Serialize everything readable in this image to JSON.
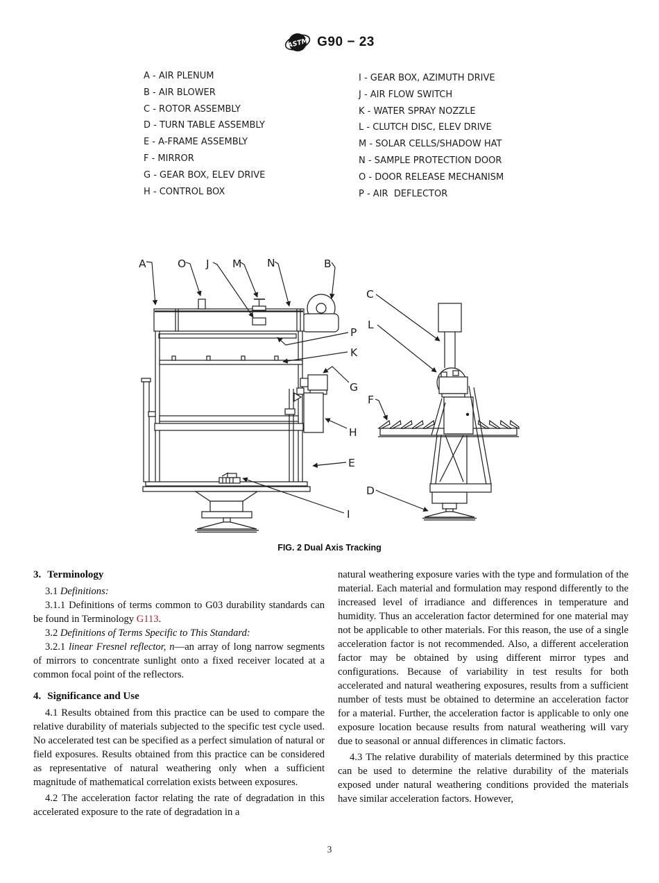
{
  "colors": {
    "link_red": "#b32025",
    "ink": "#1b1b1b"
  },
  "header": {
    "logo_text": "ASTM",
    "designation": "G90 − 23"
  },
  "legend": {
    "left": [
      "A - AIR PLENUM",
      "B - AIR BLOWER",
      "C - ROTOR ASSEMBLY",
      "D - TURN TABLE ASSEMBLY",
      "E - A-FRAME ASSEMBLY",
      "F - MIRROR",
      "G - GEAR BOX, ELEV DRIVE",
      "H - CONTROL BOX"
    ],
    "right": [
      "I - GEAR BOX, AZIMUTH DRIVE",
      "J - AIR FLOW SWITCH",
      "K - WATER SPRAY NOZZLE",
      "L - CLUTCH DISC, ELEV DRIVE",
      "M - SOLAR CELLS/SHADOW HAT",
      "N - SAMPLE PROTECTION DOOR",
      "O - DOOR RELEASE MECHANISM",
      "P - AIR  DEFLECTOR"
    ]
  },
  "figure": {
    "caption": "FIG. 2 Dual Axis Tracking",
    "callouts": {
      "a": "A",
      "b": "B",
      "c": "C",
      "d": "D",
      "e": "E",
      "f": "F",
      "g": "G",
      "h": "H",
      "i": "I",
      "j": "J",
      "k": "K",
      "l": "L",
      "m": "M",
      "n": "N",
      "o": "O",
      "p": "P"
    }
  },
  "content": {
    "left": {
      "h3": {
        "number": "3.",
        "title": "Terminology"
      },
      "p1": [
        [
          "3.1 ",
          "n"
        ],
        [
          "Definitions:",
          "i"
        ]
      ],
      "p2": [
        [
          "3.1.1 Definitions of terms common to G03 durability standards can be found in Terminology ",
          "n"
        ],
        [
          "G113",
          "r"
        ],
        [
          ".",
          "n"
        ]
      ],
      "p3": [
        [
          "3.2 ",
          "n"
        ],
        [
          "Definitions of Terms Specific to This Standard:",
          "i"
        ]
      ],
      "p4": [
        [
          "3.2.1 ",
          "n"
        ],
        [
          "linear Fresnel reflector, n",
          "i"
        ],
        [
          "—an array of long narrow segments of mirrors to concentrate sunlight onto a fixed receiver located at a common focal point of the reflectors.",
          "n"
        ]
      ],
      "h4": {
        "number": "4.",
        "title": "Significance and Use"
      },
      "p5": [
        [
          "4.1 Results obtained from this practice can be used to compare the relative durability of materials subjected to the specific test cycle used. No accelerated test can be specified as a perfect simulation of natural or field exposures. Results obtained from this practice can be considered as representative of natural weathering only when a sufficient magnitude of mathematical correlation exists between exposures.",
          "n"
        ]
      ],
      "p6": [
        [
          "4.2 The acceleration factor relating the rate of degradation in this accelerated exposure to the rate of degradation in a",
          "n"
        ]
      ]
    },
    "right": {
      "p7": [
        [
          "natural weathering exposure varies with the type and formulation of the material. Each material and formulation may respond differently to the increased level of irradiance and differences in temperature and humidity. Thus an acceleration factor determined for one material may not be applicable to other materials. For this reason, the use of a single acceleration factor is not recommended. Also, a different acceleration factor may be obtained by using different mirror types and configurations. Because of variability in test results for both accelerated and natural weathering exposures, results from a sufficient number of tests must be obtained to determine an acceleration factor for a material. Further, the acceleration factor is applicable to only one exposure location because results from natural weathering will vary due to seasonal or annual differences in climatic factors.",
          "n"
        ]
      ],
      "p8": [
        [
          "4.3 The relative durability of materials determined by this practice can be used to determine the relative durability of the materials exposed under natural weathering conditions provided the materials have similar acceleration factors. However,",
          "n"
        ]
      ]
    }
  },
  "page_number": "3"
}
